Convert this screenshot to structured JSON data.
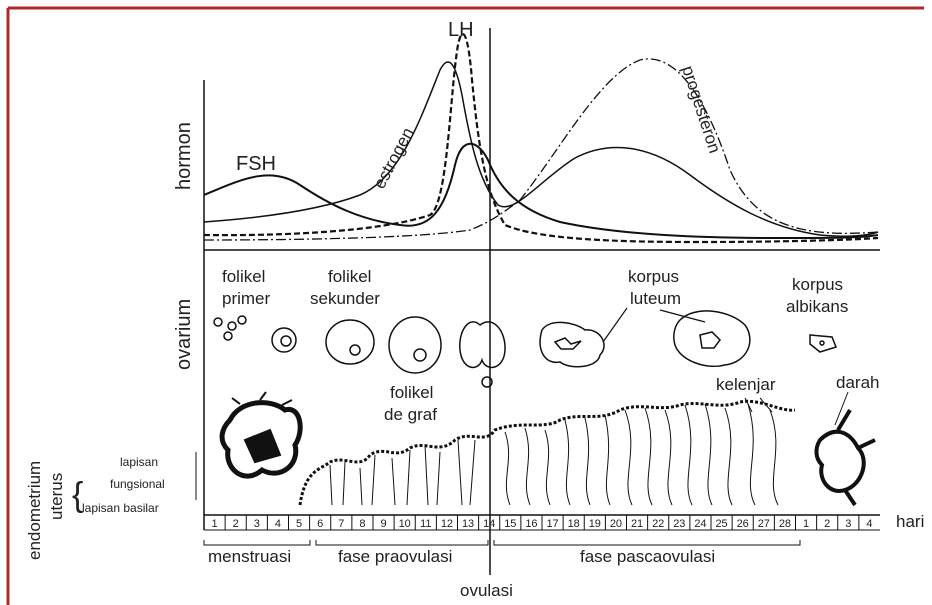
{
  "colors": {
    "frame": "#b02a2a",
    "ink": "#111111",
    "background": "#ffffff"
  },
  "axes": {
    "hormon": "hormon",
    "ovarium": "ovarium",
    "endometrium": "endometrium",
    "uterus": "uterus",
    "hari": "hari"
  },
  "hormones": {
    "lh": "LH",
    "fsh": "FSH",
    "estrogen": "estrogen",
    "progesteron": "progesteron"
  },
  "ovary": {
    "folikel_primer": [
      "folikel",
      "primer"
    ],
    "folikel_sekunder": [
      "folikel",
      "sekunder"
    ],
    "folikel_de_graf": [
      "folikel",
      "de graf"
    ],
    "korpus_luteum": [
      "korpus",
      "luteum"
    ],
    "korpus_albikans": [
      "korpus",
      "albikans"
    ]
  },
  "endometrium": {
    "kelenjar": "kelenjar",
    "darah": "darah"
  },
  "layers": {
    "lapisan1": "lapisan",
    "fungsional": "fungsional",
    "basilar": "lapisan basilar"
  },
  "days": [
    "1",
    "2",
    "3",
    "4",
    "5",
    "6",
    "7",
    "8",
    "9",
    "10",
    "11",
    "12",
    "13",
    "14",
    "15",
    "16",
    "17",
    "18",
    "19",
    "20",
    "21",
    "22",
    "23",
    "24",
    "25",
    "26",
    "27",
    "28",
    "1",
    "2",
    "3",
    "4"
  ],
  "phases": {
    "menstruasi": "menstruasi",
    "praovulasi": "fase praovulasi",
    "pascaovulasi": "fase pascaovulasi",
    "ovulasi": "ovulasi"
  }
}
